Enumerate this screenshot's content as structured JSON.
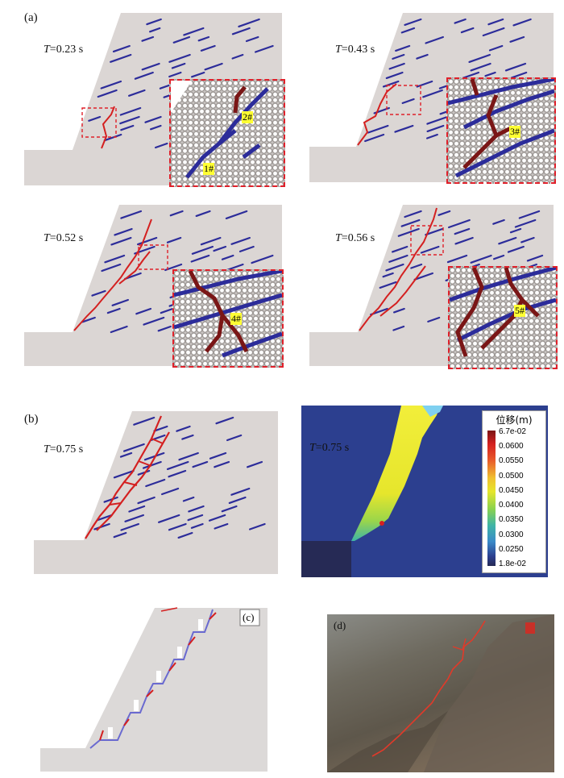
{
  "figure": {
    "panel_labels": {
      "a": "(a)",
      "b": "(b)",
      "c": "(c)",
      "d": "(d)"
    },
    "time_labels": [
      {
        "var": "T",
        "value": "=0.23 s"
      },
      {
        "var": "T",
        "value": "=0.43 s"
      },
      {
        "var": "T",
        "value": "=0.52 s"
      },
      {
        "var": "T",
        "value": "=0.56 s"
      },
      {
        "var": "T",
        "value": "=0.75 s"
      },
      {
        "var": "T",
        "value": "=0.75 s"
      }
    ],
    "markers": [
      "1#",
      "2#",
      "3#",
      "4#",
      "5#"
    ],
    "colorbar": {
      "title": "位移(m)",
      "ticks": [
        "6.7e-02",
        "0.0600",
        "0.0550",
        "0.0500",
        "0.0450",
        "0.0400",
        "0.0350",
        "0.0300",
        "0.0250",
        "1.8e-02"
      ]
    },
    "photo_stamp": "?",
    "colors": {
      "slope": "#dbd6d4",
      "joint_blue": "#2c2c9a",
      "crack_red": "#d42020",
      "frame": "#e0202a",
      "marker_bg": "#ffff33",
      "contour_bg": "#2c3f8f"
    }
  }
}
